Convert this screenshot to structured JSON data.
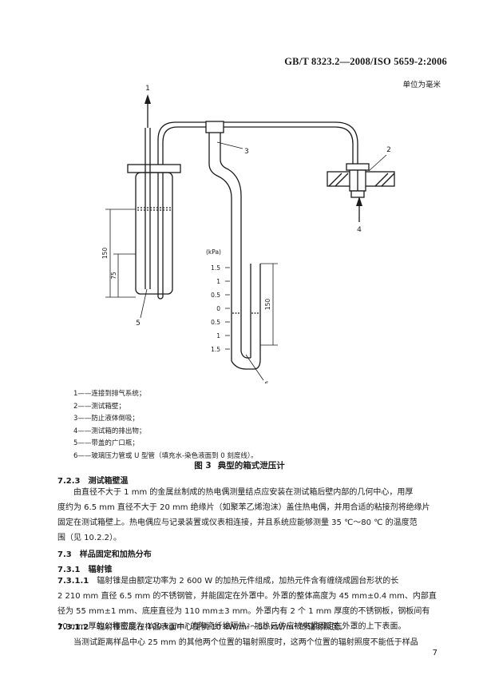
{
  "header": {
    "standard_code": "GB/T 8323.2—2008/ISO 5659-2:2006",
    "unit_note": "单位为毫米"
  },
  "figure": {
    "callouts": [
      "1",
      "2",
      "3",
      "4",
      "5",
      "6"
    ],
    "gauge_unit": "(kPa)",
    "gauge_ticks": [
      "1.5",
      "1",
      "0.5",
      "0",
      "0.5",
      "1",
      "1.5"
    ],
    "dim_150_left": "150",
    "dim_75_left": "75",
    "dim_150_right": "150",
    "caption_number": "图 3",
    "caption_title": "典型的箱式泄压计"
  },
  "legend": [
    "1——连接到排气系统；",
    "2——测试箱壁；",
    "3——防止液体倒吸；",
    "4——测试箱的排出物；",
    "5——带盖的广口瓶；",
    "6——玻璃压力管或 U 型管（填充水-染色液面到 0 刻度线）。"
  ],
  "sections": {
    "s723": {
      "number": "7.2.3",
      "title": "测试箱壁温",
      "lines": [
        "由直径不大于 1 mm 的金属丝制成的热电偶测量结点应安装在测试箱后壁内部的几何中心，用厚",
        "度约为 6.5 mm 直径不大于 20 mm 绝缘片（如聚苯乙烯泡沫）盖住热电偶，并用合适的粘接剂将绝缘片",
        "固定在测试箱壁上。热电偶应与记录装置或仪表相连接，并且系统应能够测量 35 ℃～80 ℃ 的温度范",
        "围（见 10.2.2）。"
      ]
    },
    "s73": {
      "number": "7.3",
      "title": "样品固定和加热分布"
    },
    "s731": {
      "number": "7.3.1",
      "title": "辐射锥"
    },
    "s7311": {
      "number": "7.3.1.1",
      "lines": [
        "辐射锥是由额定功率为 2 600 W 的加热元件组成，加热元件含有缠绕成圆台形状的长",
        "2 210 mm 直径 6.5 mm 的不锈钢管，并能固定在外罩中。外罩的整体高度为 45 mm±0.4 mm、内部直",
        "径为 55 mm±1 mm、底座直径为 110 mm±3 mm。外罩内有 2 个 1 mm 厚度的不锈钢板，钢板间有",
        "10 mm 厚的公称密度为 100 kg/m³ 的陶瓷纤维隔热。加热元件应被夹紧固定在外罩的上下表面。"
      ]
    },
    "s7312": {
      "number": "7.3.1.2",
      "lines": [
        "辐射锥应能在样品表面中心提供 10 kW/m²～50 kW/m² 的辐射照度。",
        "当测试距离样品中心 25 mm 的其他两个位置的辐射照度时，这两个位置的辐射照度不能低于样品"
      ]
    }
  },
  "footer": {
    "page_number": "7"
  }
}
